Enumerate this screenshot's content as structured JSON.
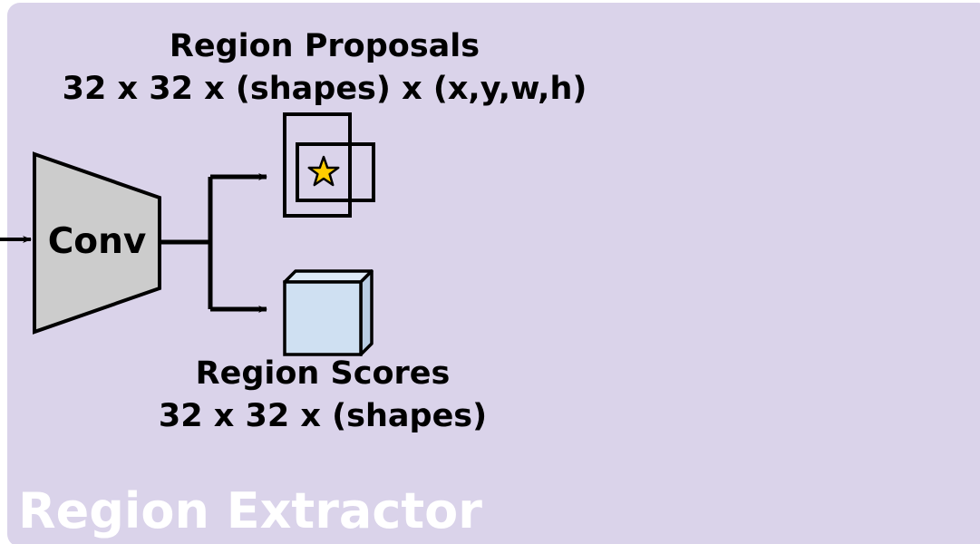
{
  "title": {
    "text": "Region Extractor"
  },
  "conv_block": {
    "label": "Conv"
  },
  "region_proposals": {
    "title": "Region Proposals",
    "shape": "32 x 32 x (shapes) x (x,y,w,h)",
    "icon": "star-icon"
  },
  "region_scores": {
    "title": "Region Scores",
    "shape": "32 x 32 x (shapes)",
    "icon": "cube-icon"
  },
  "colors": {
    "panel_background": "#dad3ea",
    "title_text": "#ffffff",
    "conv_fill": "#cccccc",
    "cube_fill": "#cfe0f2",
    "star_fill": "#ffcc00",
    "stroke": "#000000"
  }
}
